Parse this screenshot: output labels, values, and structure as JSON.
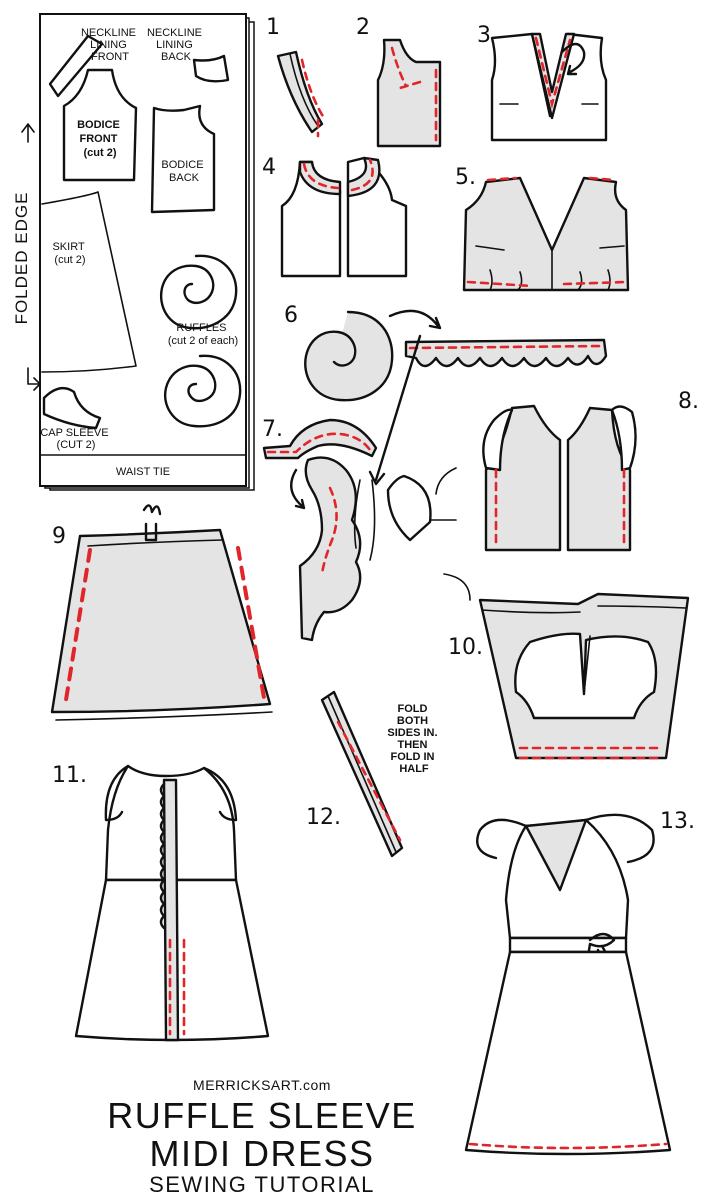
{
  "pattern_sheet": {
    "folded_edge_label": "FOLDED EDGE",
    "pieces": {
      "neckline_front": [
        "NECKLINE",
        "LINING",
        "FRONT"
      ],
      "neckline_back": [
        "NECKLINE",
        "LINING",
        "BACK"
      ],
      "bodice_front": [
        "BODICE",
        "FRONT",
        "(cut 2)"
      ],
      "bodice_back": [
        "BODICE",
        "BACK"
      ],
      "skirt": [
        "SKIRT",
        "(cut 2)"
      ],
      "ruffles": [
        "RUFFLES",
        "(cut 2 of each)"
      ],
      "cap_sleeve": [
        "CAP SLEEVE",
        "(CUT 2)"
      ],
      "waist_tie": "WAIST TIE"
    }
  },
  "steps": [
    "1",
    "2",
    "3.",
    "4",
    "5.",
    "6",
    "7.",
    "8.",
    "9",
    "10.",
    "11.",
    "12.",
    "13."
  ],
  "step12_note": [
    "FOLD",
    "BOTH",
    "SIDES IN.",
    "THEN",
    "FOLD IN",
    "HALF"
  ],
  "footer": {
    "website": "MERRICKSART.com",
    "title_line1": "RUFFLE SLEEVE",
    "title_line2": "MIDI DRESS",
    "subtitle": "SEWING TUTORIAL"
  }
}
